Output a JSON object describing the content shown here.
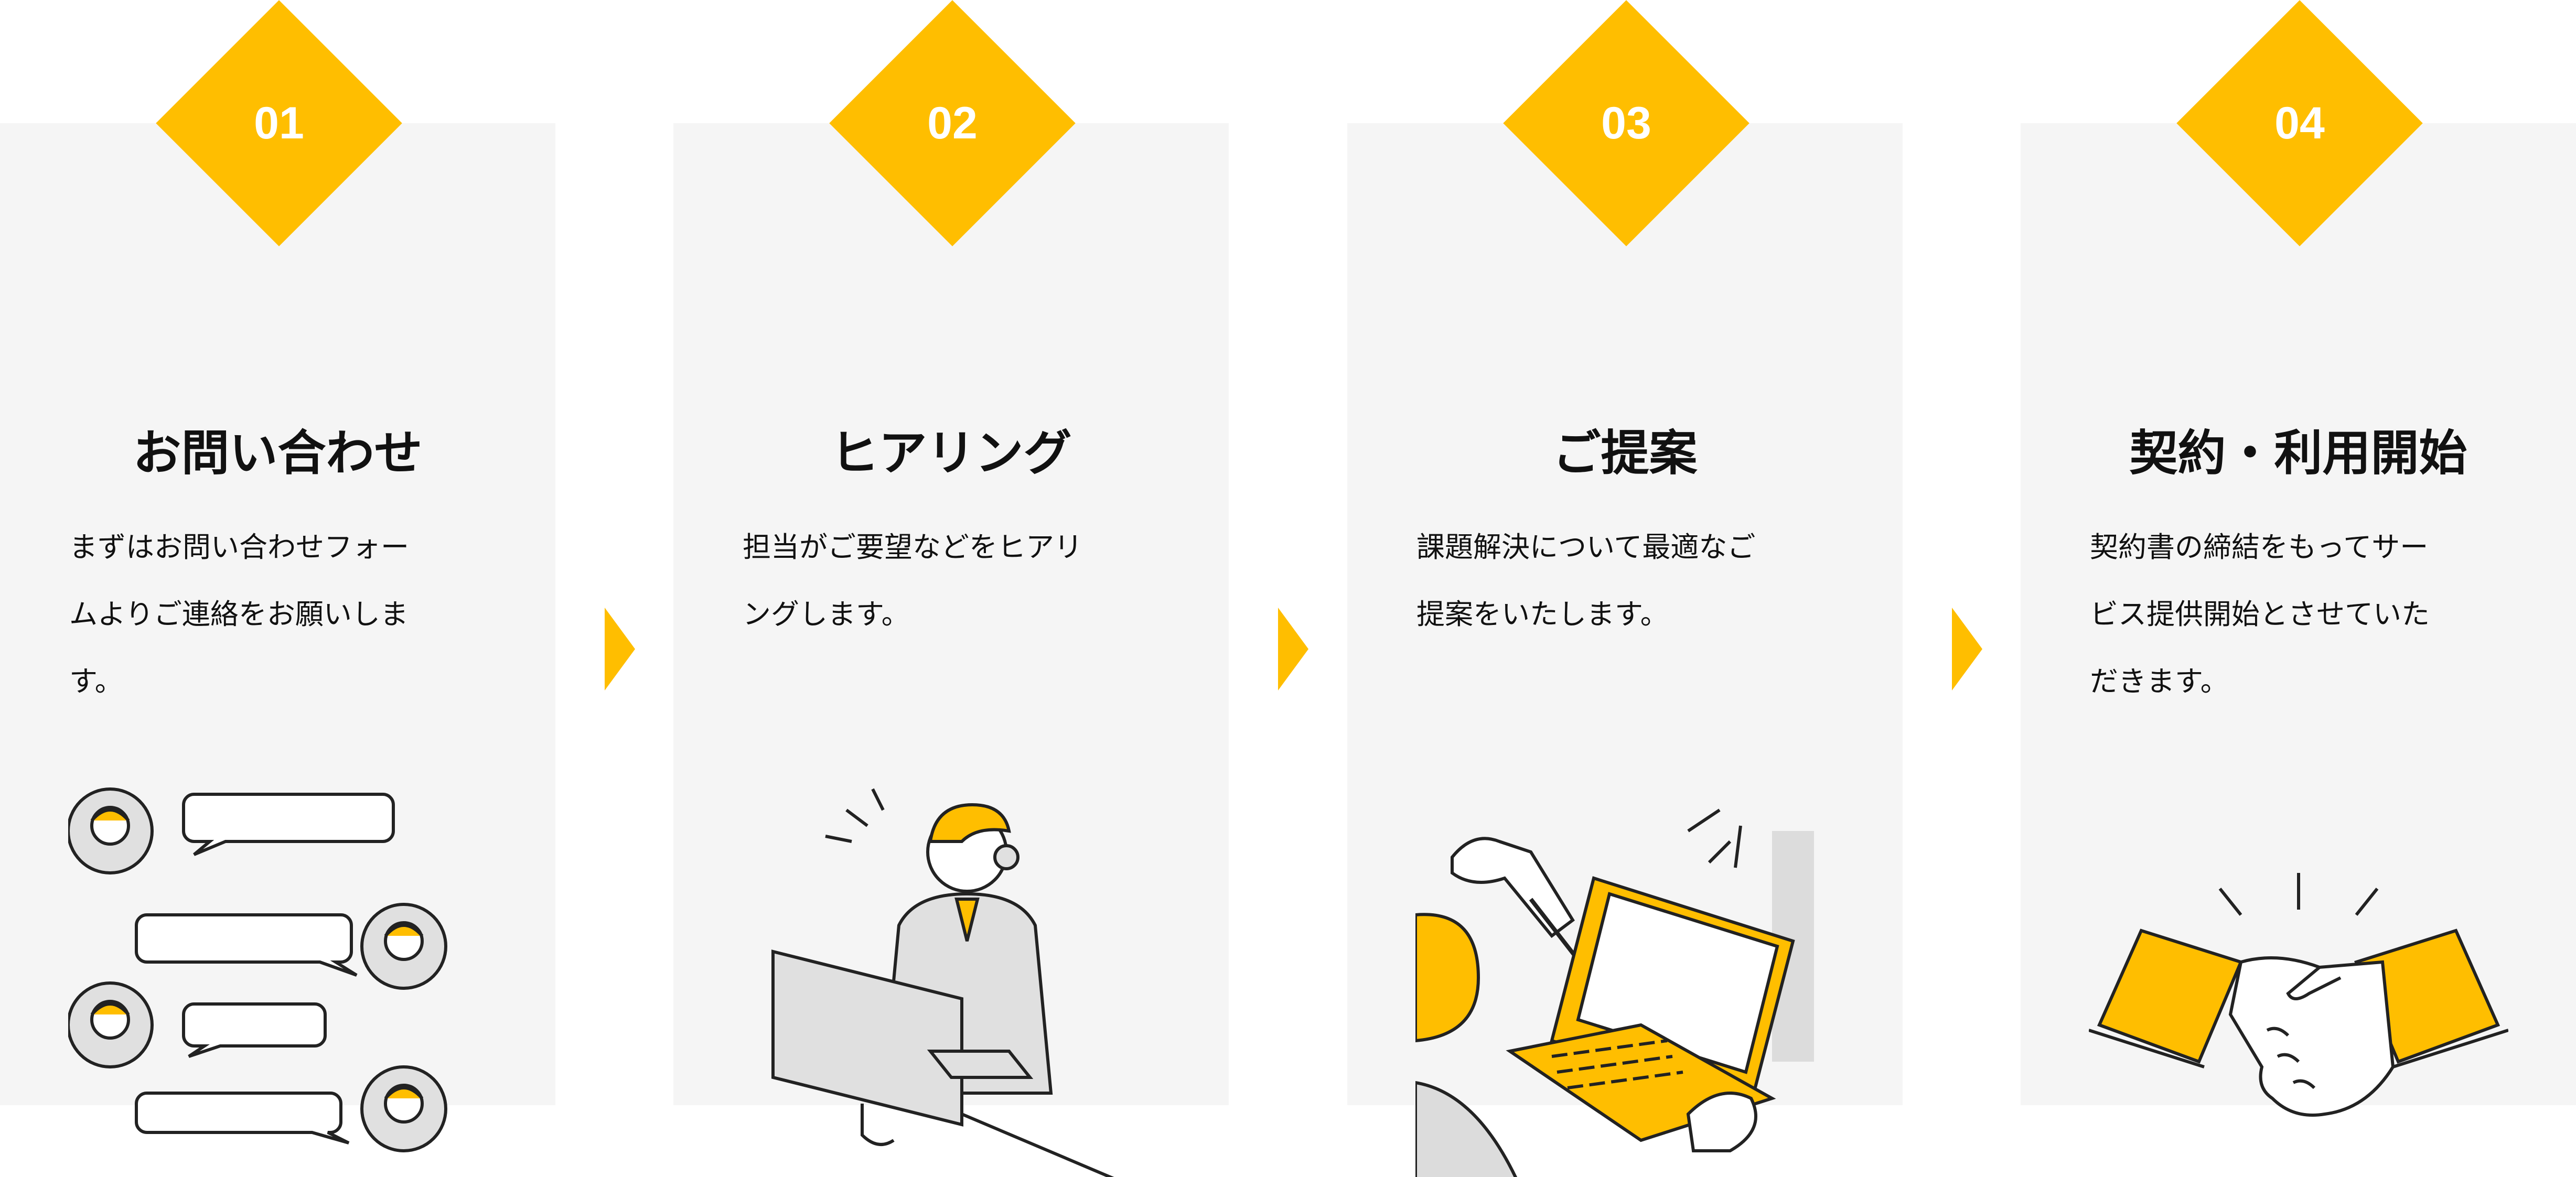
{
  "colors": {
    "accent": "#ffbe00",
    "card_bg": "#f5f5f5"
  },
  "steps": [
    {
      "number": "01",
      "title": "お問い合わせ",
      "body": "まずはお問い合わせフォー\nムよりご連絡をお願いしま\nす。",
      "illustration": "chat-icon"
    },
    {
      "number": "02",
      "title": "ヒアリング",
      "body": "担当がご要望などをヒアリ\nングします。",
      "illustration": "operator-icon"
    },
    {
      "number": "03",
      "title": "ご提案",
      "body": "課題解決について最適なご\n提案をいたします。",
      "illustration": "laptop-proposal-icon"
    },
    {
      "number": "04",
      "title": "契約・利用開始",
      "body": "契約書の締結をもってサー\nビス提供開始とさせていた\nだきます。",
      "illustration": "handshake-icon"
    }
  ]
}
